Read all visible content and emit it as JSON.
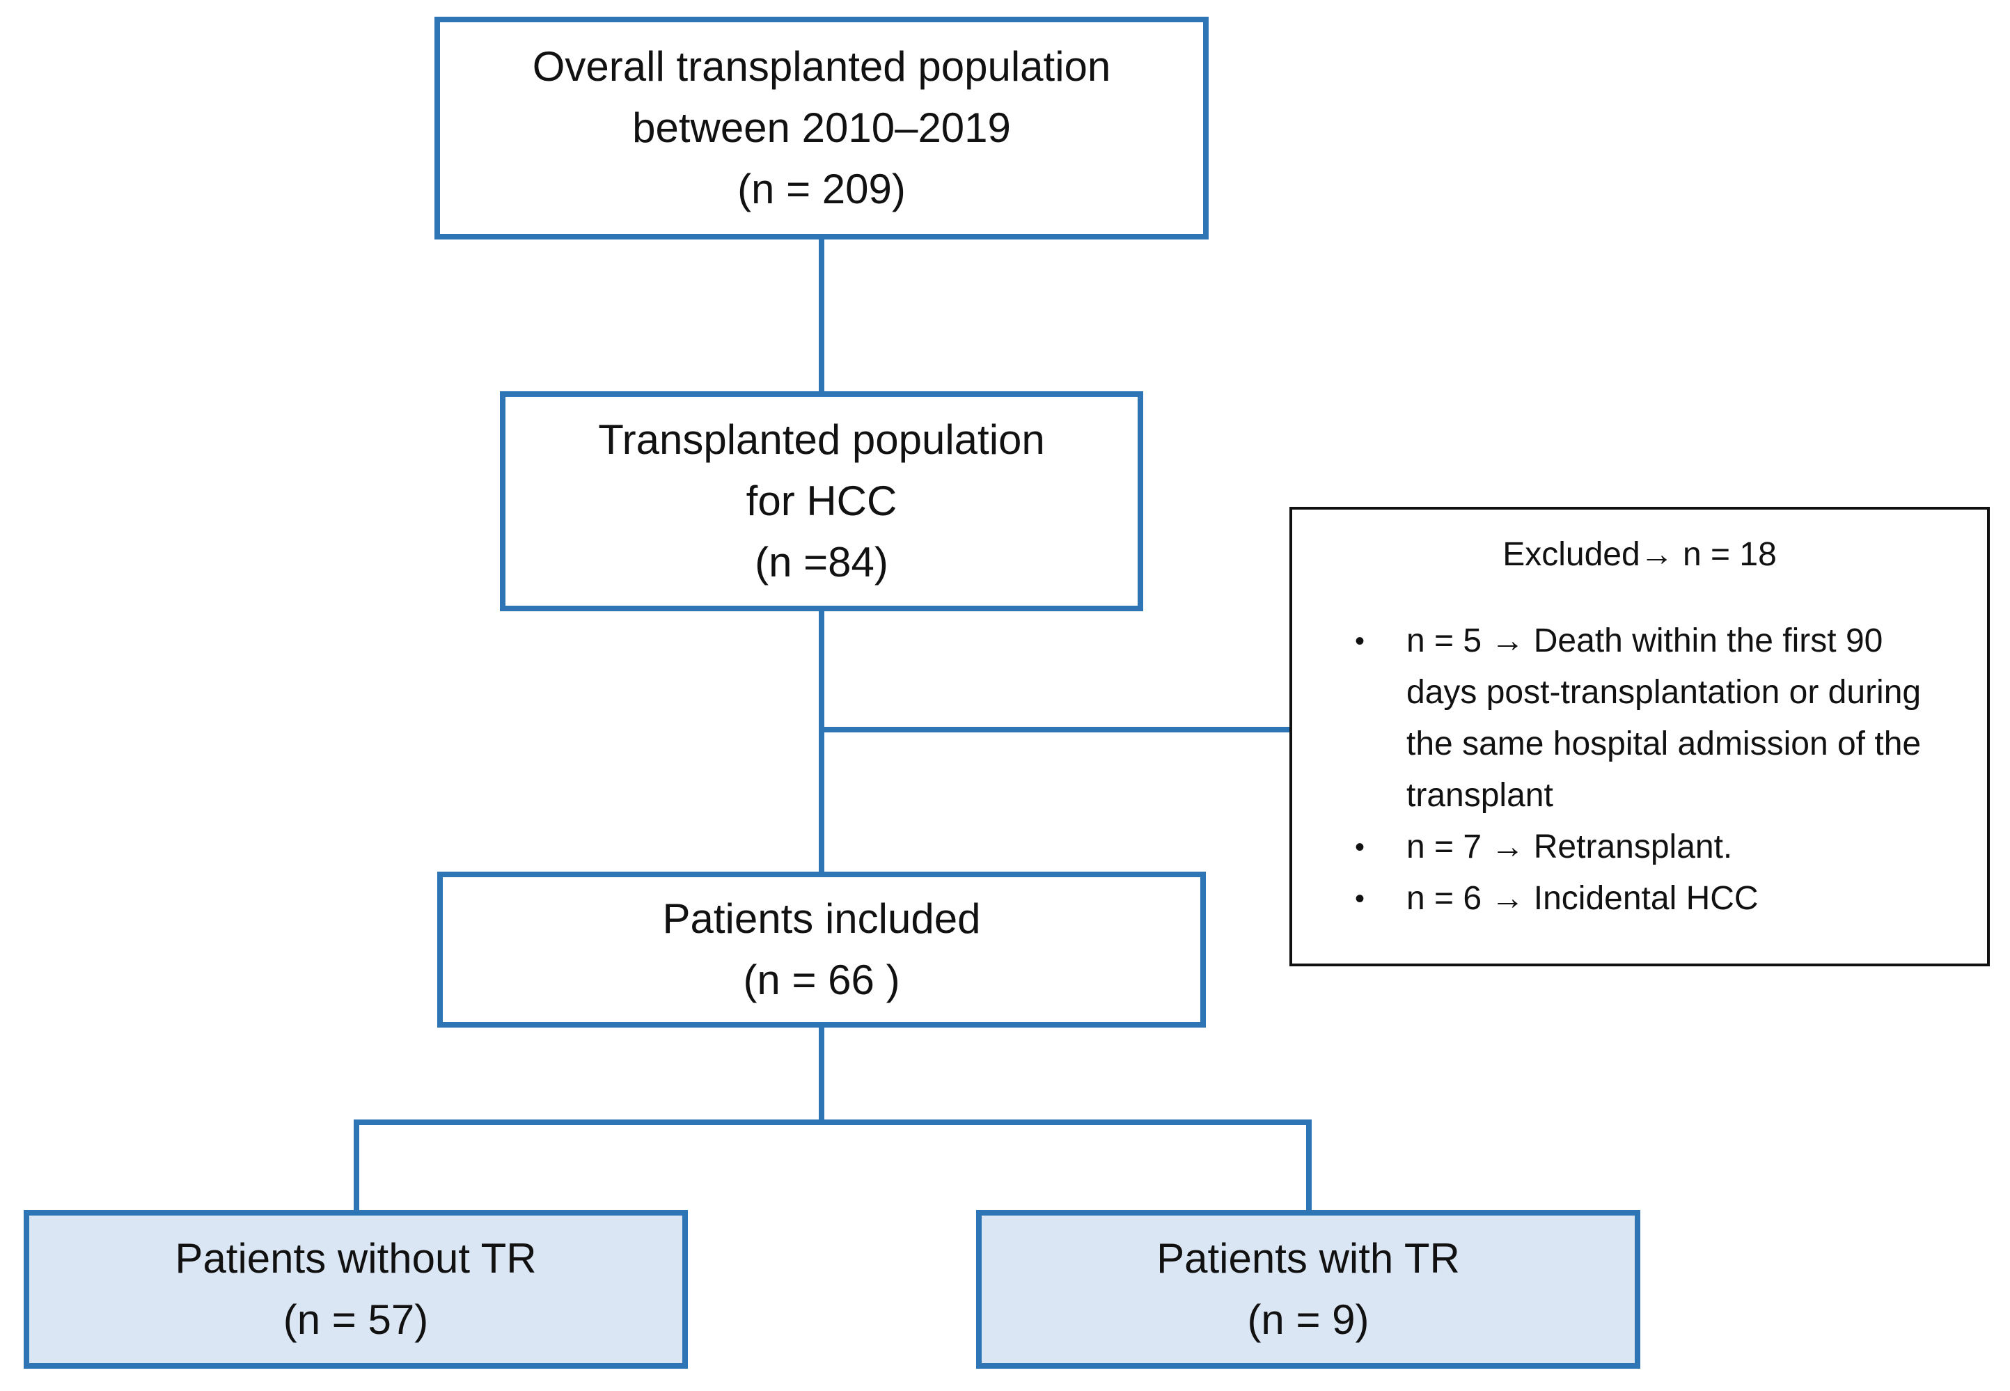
{
  "diagram": {
    "boxes": {
      "overall": [
        "Overall transplanted population",
        "between 2010–2019",
        "(n = 209)"
      ],
      "hcc": [
        "Transplanted population",
        "for HCC",
        "(n =84)"
      ],
      "included": [
        "Patients included",
        "(n = 66 )"
      ],
      "without_tr": [
        "Patients without TR",
        "(n = 57)"
      ],
      "with_tr": [
        "Patients with TR",
        "(n = 9)"
      ]
    },
    "excluded": {
      "title": "Excluded→ n = 18",
      "items": [
        "n = 5 → Death within the first 90 days post-transplantation or during the same hospital admission of the transplant",
        "n = 7 → Retransplant.",
        "n = 6 → Incidental HCC"
      ],
      "bullet": "•"
    },
    "colors": {
      "box_border": "#2e75b6",
      "filled_box_background": "#dae6f3",
      "excluded_border": "#111111"
    }
  }
}
